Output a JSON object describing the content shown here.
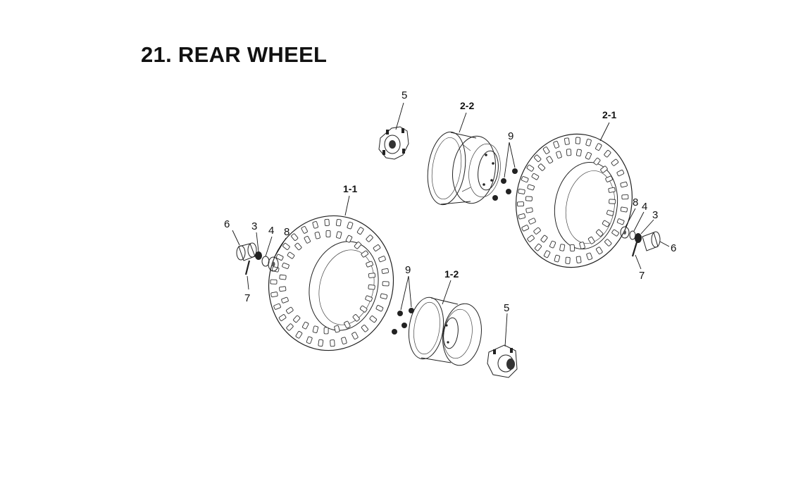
{
  "title": "21. REAR WHEEL",
  "callouts": {
    "left_tire": "1-1",
    "left_rim": "1-2",
    "right_tire": "2-1",
    "right_rim": "2-2",
    "left_cap": "6",
    "left_nut": "3",
    "left_washer4": "4",
    "left_washer8": "8",
    "left_pin": "7",
    "left_rim_nuts": "9",
    "left_hub": "5",
    "right_hub": "5",
    "right_rim_nuts": "9",
    "right_washer8": "8",
    "right_washer4": "4",
    "right_nut": "3",
    "right_cap": "6",
    "right_pin": "7"
  }
}
